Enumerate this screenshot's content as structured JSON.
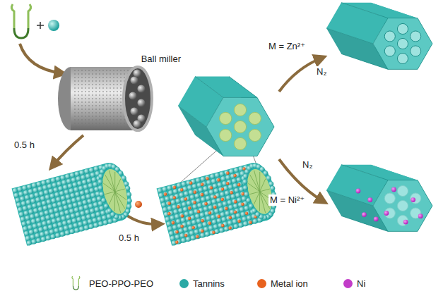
{
  "diagram": {
    "nodes": [
      {
        "text": [
          "Ball miller"
        ]
      }
    ],
    "labels": [
      "0.5 h",
      "0.5 h",
      "M = Zn²⁺",
      "N₂",
      "N₂",
      "M = Ni²⁺"
    ],
    "legend": [
      {
        "text": "PEO-PPO-PEO"
      },
      {
        "text": "Tannins",
        "color": "#2aa9a5"
      },
      {
        "text": "Metal ion",
        "color": "#e8621e"
      },
      {
        "text": "Ni",
        "color": "#c23cc8"
      }
    ]
  }
}
